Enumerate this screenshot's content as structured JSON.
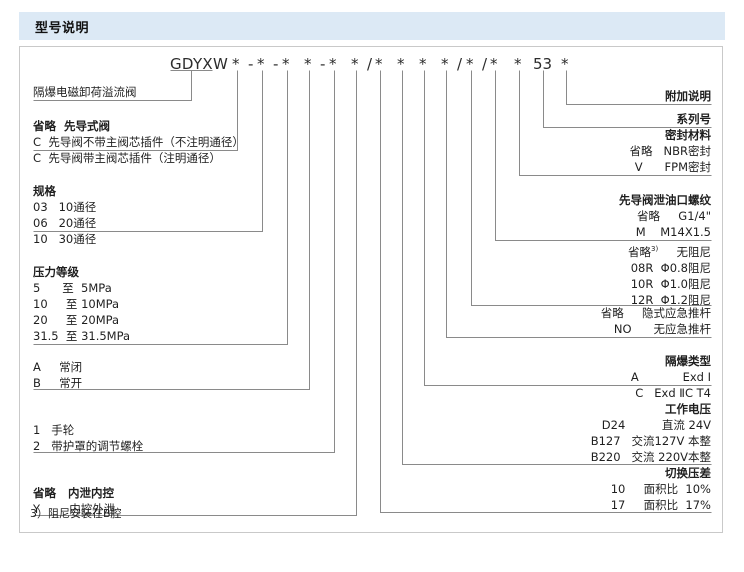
{
  "header": {
    "title": "型号说明"
  },
  "model_code": {
    "family": "GDYXW",
    "tokens": [
      "*",
      "-",
      "*",
      "-",
      "*",
      "*",
      "-",
      "*",
      "*",
      "/",
      "*",
      "*",
      "*",
      "*",
      "/",
      "*",
      "/",
      "*",
      "*",
      "53",
      "*"
    ]
  },
  "left_groups": [
    {
      "name": "product-name",
      "lines": [
        {
          "text": "隔爆电磁卸荷溢流阀",
          "bold": false
        }
      ]
    },
    {
      "name": "pilot-type",
      "lines": [
        {
          "text": "省略  先导式阀",
          "bold": true
        },
        {
          "text": "C  先导阀不带主阀芯插件（不注明通径）",
          "bold": false
        },
        {
          "text": "C  先导阀带主阀芯插件（注明通径）",
          "bold": false
        }
      ]
    },
    {
      "name": "size-spec",
      "lines": [
        {
          "text": "规格",
          "bold": true
        },
        {
          "text": "03   10通径",
          "bold": false
        },
        {
          "text": "06   20通径",
          "bold": false
        },
        {
          "text": "10   30通径",
          "bold": false
        }
      ]
    },
    {
      "name": "pressure-grade",
      "lines": [
        {
          "text": "压力等级",
          "bold": true
        },
        {
          "text": "5      至  5MPa",
          "bold": false
        },
        {
          "text": "10     至 10MPa",
          "bold": false
        },
        {
          "text": "20     至 20MPa",
          "bold": false
        },
        {
          "text": "31.5  至 31.5MPa",
          "bold": false
        }
      ]
    },
    {
      "name": "normal-state",
      "lines": [
        {
          "text": "A     常闭",
          "bold": false
        },
        {
          "text": "B     常开",
          "bold": false
        }
      ]
    },
    {
      "name": "adjust-type",
      "lines": [
        {
          "text": "1   手轮",
          "bold": false
        },
        {
          "text": "2   带护罩的调节螺栓",
          "bold": false
        }
      ]
    },
    {
      "name": "drain-control",
      "lines": [
        {
          "text": "省略   内泄内控",
          "bold": true
        },
        {
          "text": "Y        内控外泄",
          "bold": false
        }
      ]
    }
  ],
  "right_groups": [
    {
      "name": "additional-note",
      "lines": [
        {
          "text": "附加说明",
          "bold": true
        }
      ]
    },
    {
      "name": "series-number",
      "lines": [
        {
          "text": "系列号",
          "bold": true
        }
      ]
    },
    {
      "name": "seal-material",
      "lines": [
        {
          "text": "密封材料",
          "bold": true
        },
        {
          "text": "省略   NBR密封",
          "bold": false
        },
        {
          "text": "V      FPM密封",
          "bold": false
        }
      ]
    },
    {
      "name": "pilot-drain-thread",
      "lines": [
        {
          "text": "先导阀泄油口螺纹",
          "bold": true
        },
        {
          "text": "省略     G1/4\"",
          "bold": false
        },
        {
          "text": "M    M14X1.5",
          "bold": false
        }
      ]
    },
    {
      "name": "damping-orifice",
      "lines": [
        {
          "text": "省略3)     无阻尼",
          "bold": false,
          "sup": "3)",
          "base": "省略",
          "tail": "     无阻尼"
        },
        {
          "text": "08R  Φ0.8阻尼",
          "bold": false
        },
        {
          "text": "10R  Φ1.0阻尼",
          "bold": false
        },
        {
          "text": "12R  Φ1.2阻尼",
          "bold": false
        }
      ]
    },
    {
      "name": "emergency-rod",
      "lines": [
        {
          "text": "省略     隐式应急推杆",
          "bold": false
        },
        {
          "text": "NO      无应急推杆",
          "bold": false
        }
      ]
    },
    {
      "name": "explosion-proof-type",
      "lines": [
        {
          "text": "隔爆类型",
          "bold": true
        },
        {
          "text": "A            Exd Ⅰ",
          "bold": false
        },
        {
          "text": "C   Exd ⅡC T4",
          "bold": false
        }
      ]
    },
    {
      "name": "working-voltage",
      "lines": [
        {
          "text": "工作电压",
          "bold": true
        },
        {
          "text": "D24          直流 24V",
          "bold": false
        },
        {
          "text": "B127   交流127V 本整",
          "bold": false
        },
        {
          "text": "B220   交流 220V本整",
          "bold": false
        }
      ]
    },
    {
      "name": "switch-pressure-diff",
      "lines": [
        {
          "text": "切换压差",
          "bold": true
        },
        {
          "text": "10     面积比  10%",
          "bold": false
        },
        {
          "text": "17     面积比  17%",
          "bold": false
        }
      ]
    }
  ],
  "footnote": {
    "text": "3）阻尼安装在B腔"
  },
  "colors": {
    "header_bg": "#dce9f5",
    "panel_border": "#c9c9c9",
    "wire": "#8a8a8a",
    "text": "#1f1f1f"
  }
}
